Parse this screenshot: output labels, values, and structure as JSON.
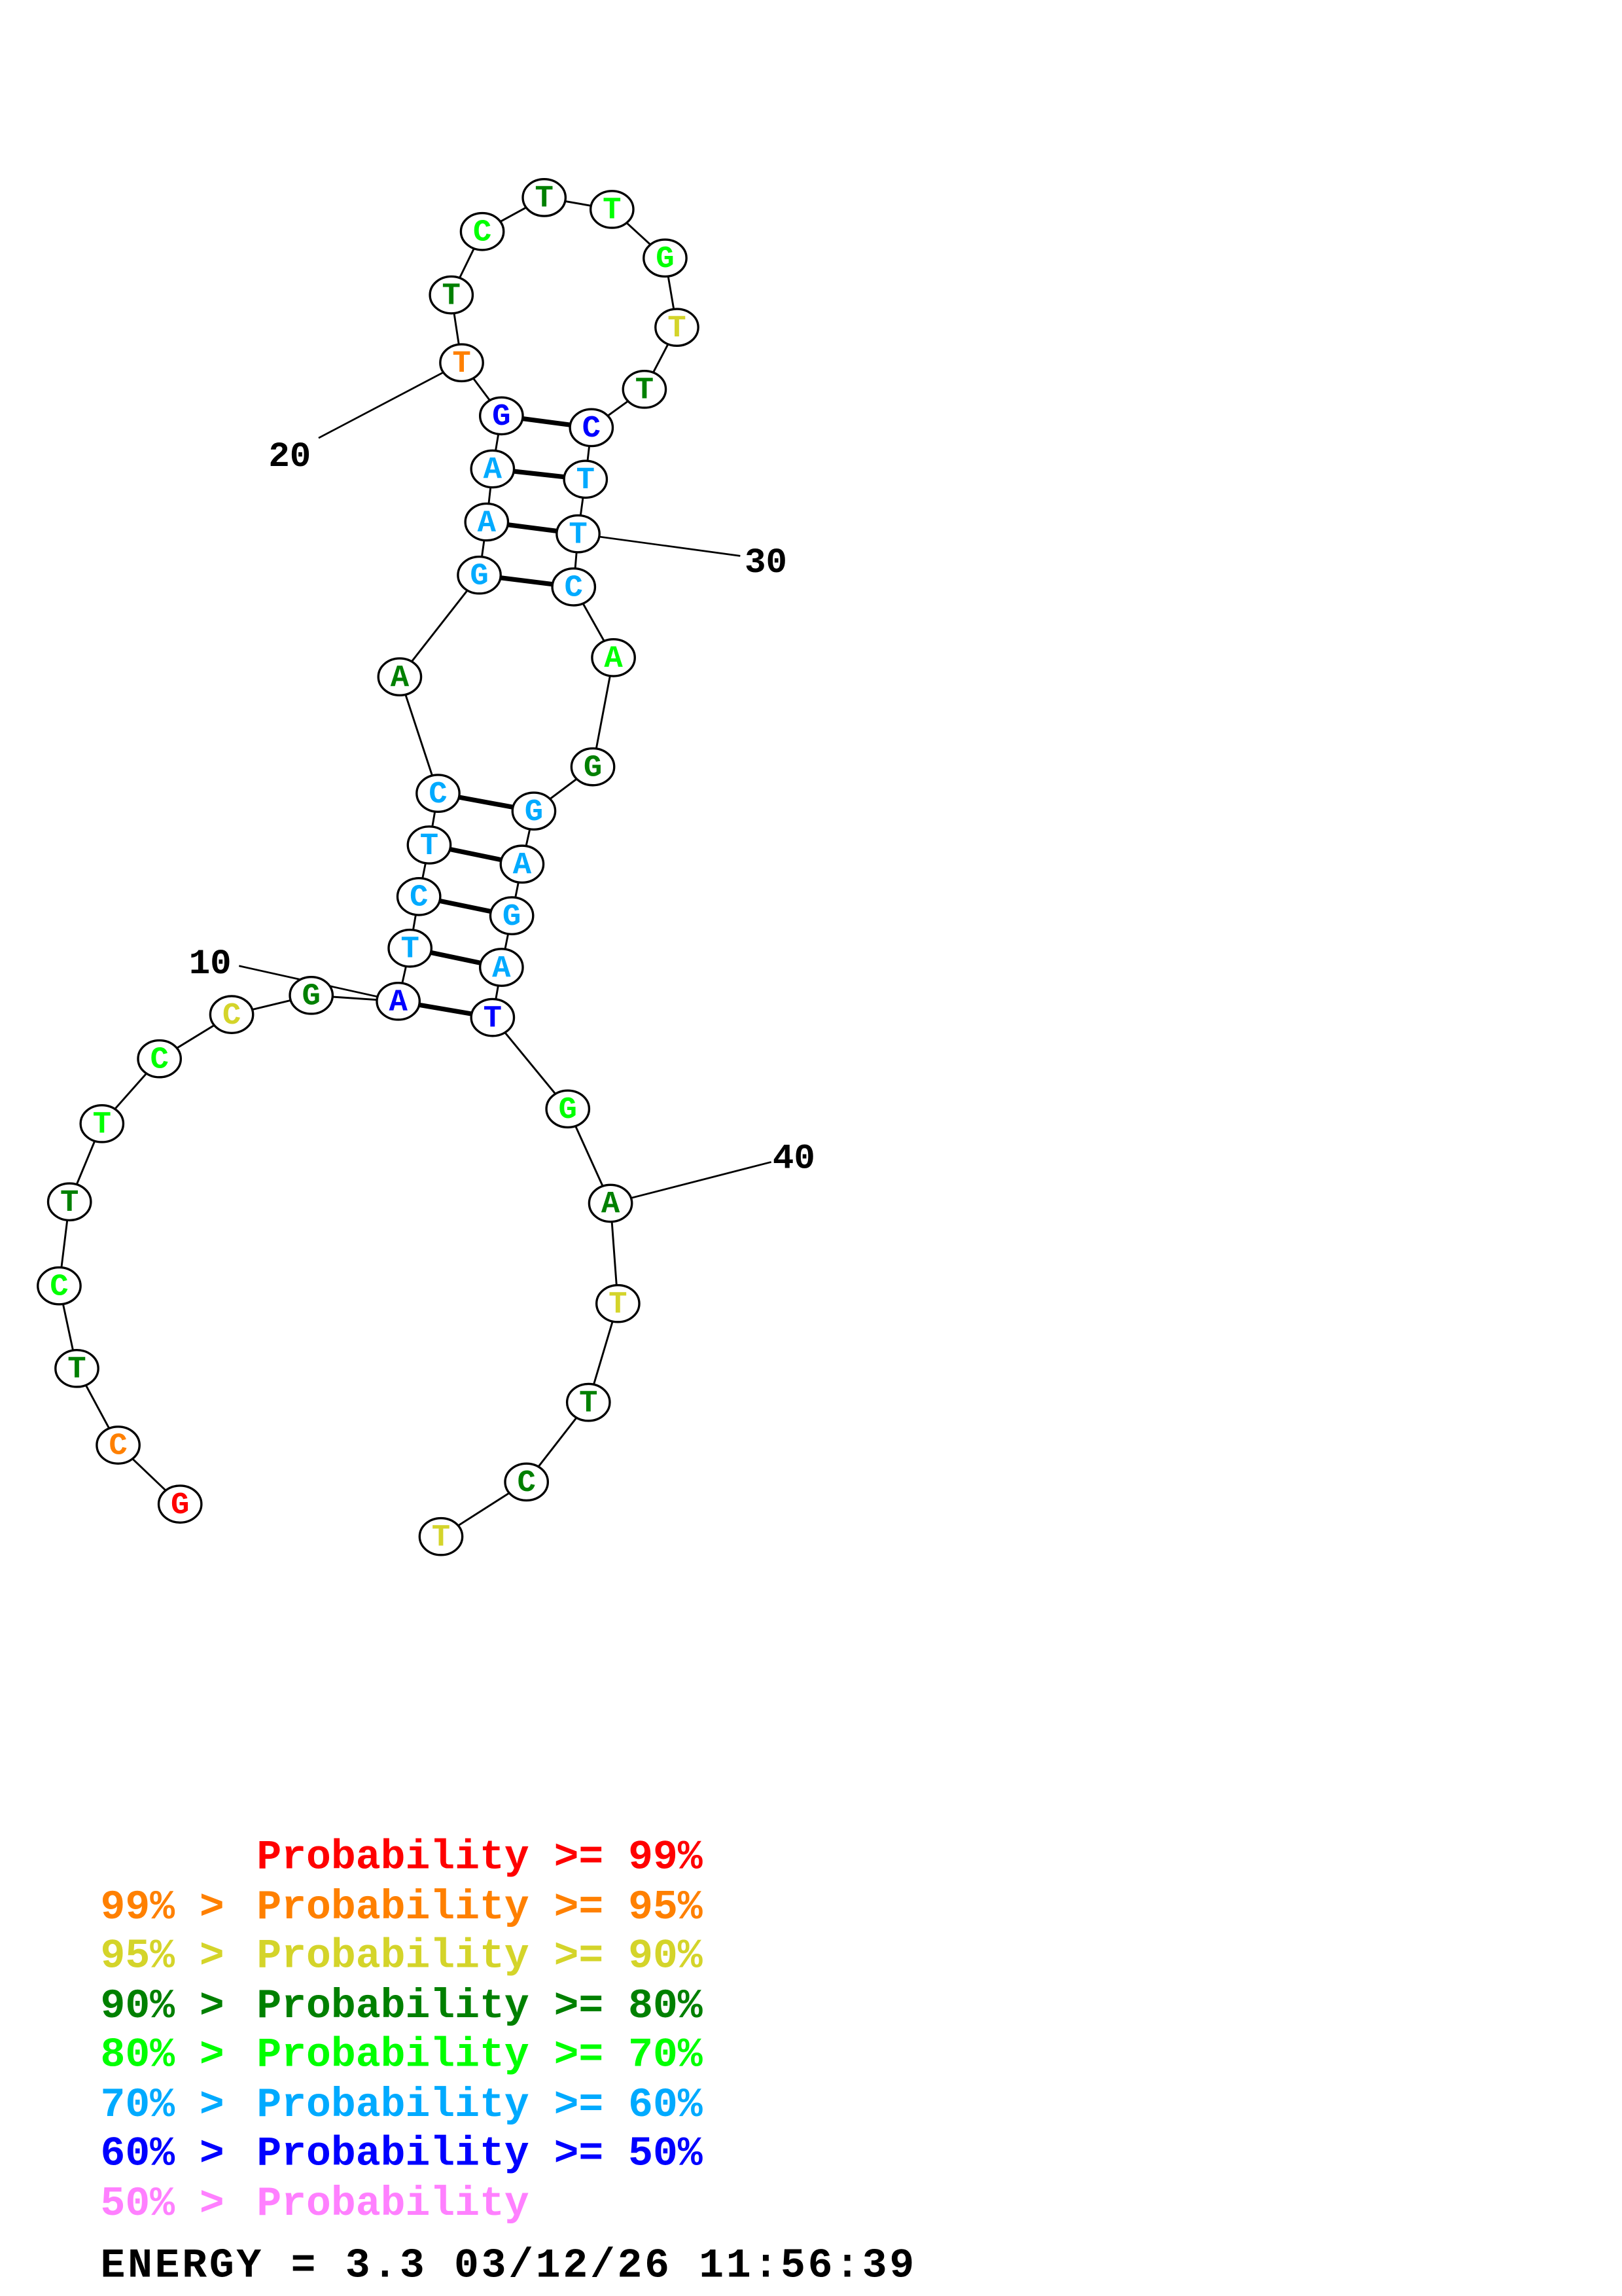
{
  "structure": {
    "sequence": [
      "G",
      "C",
      "T",
      "C",
      "T",
      "T",
      "C",
      "C",
      "G",
      "A",
      "T",
      "C",
      "T",
      "C",
      "A",
      "G",
      "A",
      "A",
      "G",
      "T",
      "T",
      "C",
      "T",
      "T",
      "G",
      "T",
      "T",
      "C",
      "T",
      "T",
      "C",
      "A",
      "G",
      "G",
      "A",
      "G",
      "A",
      "T",
      "G",
      "A",
      "T",
      "T",
      "C",
      "T"
    ],
    "probability_class": [
      0,
      1,
      3,
      4,
      3,
      4,
      4,
      2,
      3,
      6,
      5,
      5,
      5,
      5,
      3,
      5,
      5,
      5,
      6,
      1,
      3,
      4,
      3,
      4,
      4,
      2,
      3,
      6,
      5,
      5,
      5,
      4,
      3,
      5,
      5,
      5,
      5,
      6,
      4,
      3,
      2,
      3,
      3,
      2
    ],
    "base_pairs": [
      [
        10,
        38
      ],
      [
        11,
        37
      ],
      [
        12,
        36
      ],
      [
        13,
        35
      ],
      [
        14,
        34
      ],
      [
        16,
        31
      ],
      [
        17,
        30
      ],
      [
        18,
        29
      ],
      [
        19,
        28
      ]
    ],
    "index_labels": [
      {
        "position": 10,
        "text": "10"
      },
      {
        "position": 20,
        "text": "20"
      },
      {
        "position": 30,
        "text": "30"
      },
      {
        "position": 40,
        "text": "40"
      }
    ]
  },
  "legend": [
    {
      "prefix": "",
      "label": "Probability >= 99%",
      "color": "#FF0000"
    },
    {
      "prefix": "99% >",
      "label": "Probability >= 95%",
      "color": "#FF8000"
    },
    {
      "prefix": "95% >",
      "label": "Probability >= 90%",
      "color": "#D4D42A"
    },
    {
      "prefix": "90% >",
      "label": "Probability >= 80%",
      "color": "#008000"
    },
    {
      "prefix": "80% >",
      "label": "Probability >= 70%",
      "color": "#00FF00"
    },
    {
      "prefix": "70% >",
      "label": "Probability >= 60%",
      "color": "#00AAFF"
    },
    {
      "prefix": "60% >",
      "label": "Probability >= 50%",
      "color": "#0000FF"
    },
    {
      "prefix": "50% >",
      "label": "Probability",
      "color": "#FF80FF"
    }
  ],
  "footer": {
    "energy": "ENERGY = 3.3  03/12/26 11:56:39"
  }
}
